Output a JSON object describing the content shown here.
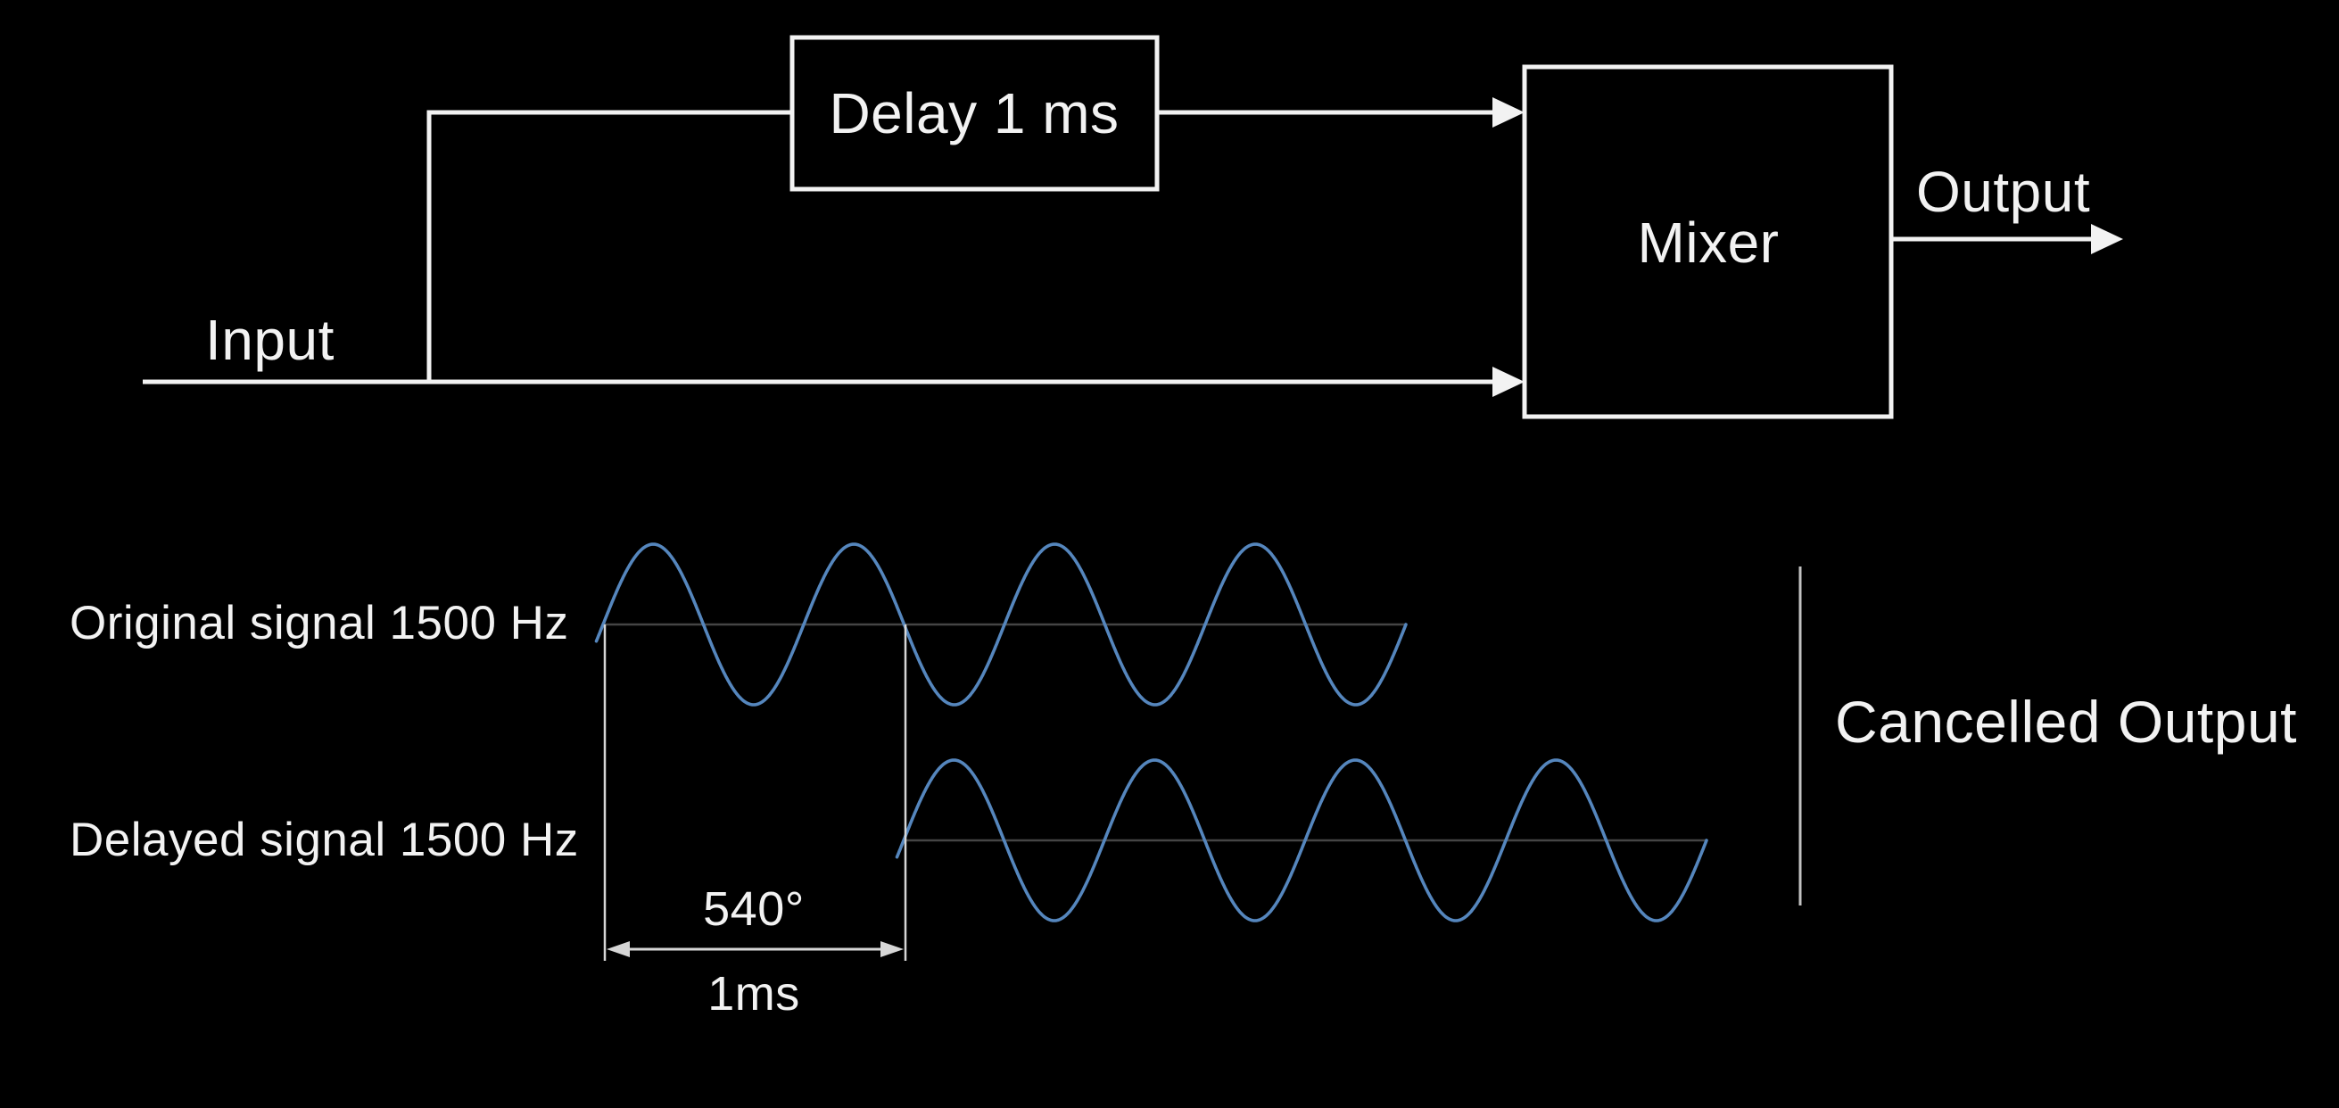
{
  "diagram": {
    "input_label": "Input",
    "delay_box_label": "Delay 1 ms",
    "mixer_box_label": "Mixer",
    "output_label": "Output"
  },
  "waveforms": {
    "original_label": "Original signal 1500 Hz",
    "delayed_label": "Delayed signal 1500 Hz",
    "cancelled_label": "Cancelled Output",
    "phase_shift_label": "540°",
    "delay_time_label": "1ms"
  },
  "colors": {
    "background": "#000000",
    "foreground": "#f2f2f2",
    "wave": "#5586bd",
    "axis": "#454545",
    "dimension": "#d6d6d6",
    "bracket": "#c2c2c2"
  },
  "chart_data": {
    "type": "line",
    "title": "Phase cancellation of a 1500 Hz signal mixed with a 1 ms delayed copy",
    "x_axis": "time",
    "grid": false,
    "series": [
      {
        "name": "Original signal 1500 Hz",
        "waveform": "sine",
        "frequency_hz": 1500,
        "amplitude": 1,
        "start_phase_deg": 0,
        "cycles_shown": 4,
        "lead_in_deg": -12
      },
      {
        "name": "Delayed signal 1500 Hz",
        "waveform": "sine",
        "frequency_hz": 1500,
        "amplitude": 1,
        "start_phase_deg": 0,
        "cycles_shown": 4,
        "lead_in_deg": -12,
        "delay_ms": 1,
        "delay_phase_deg": 540
      }
    ],
    "annotations": [
      "540°",
      "1ms",
      "Cancelled Output"
    ],
    "result": "Cancelled Output"
  }
}
